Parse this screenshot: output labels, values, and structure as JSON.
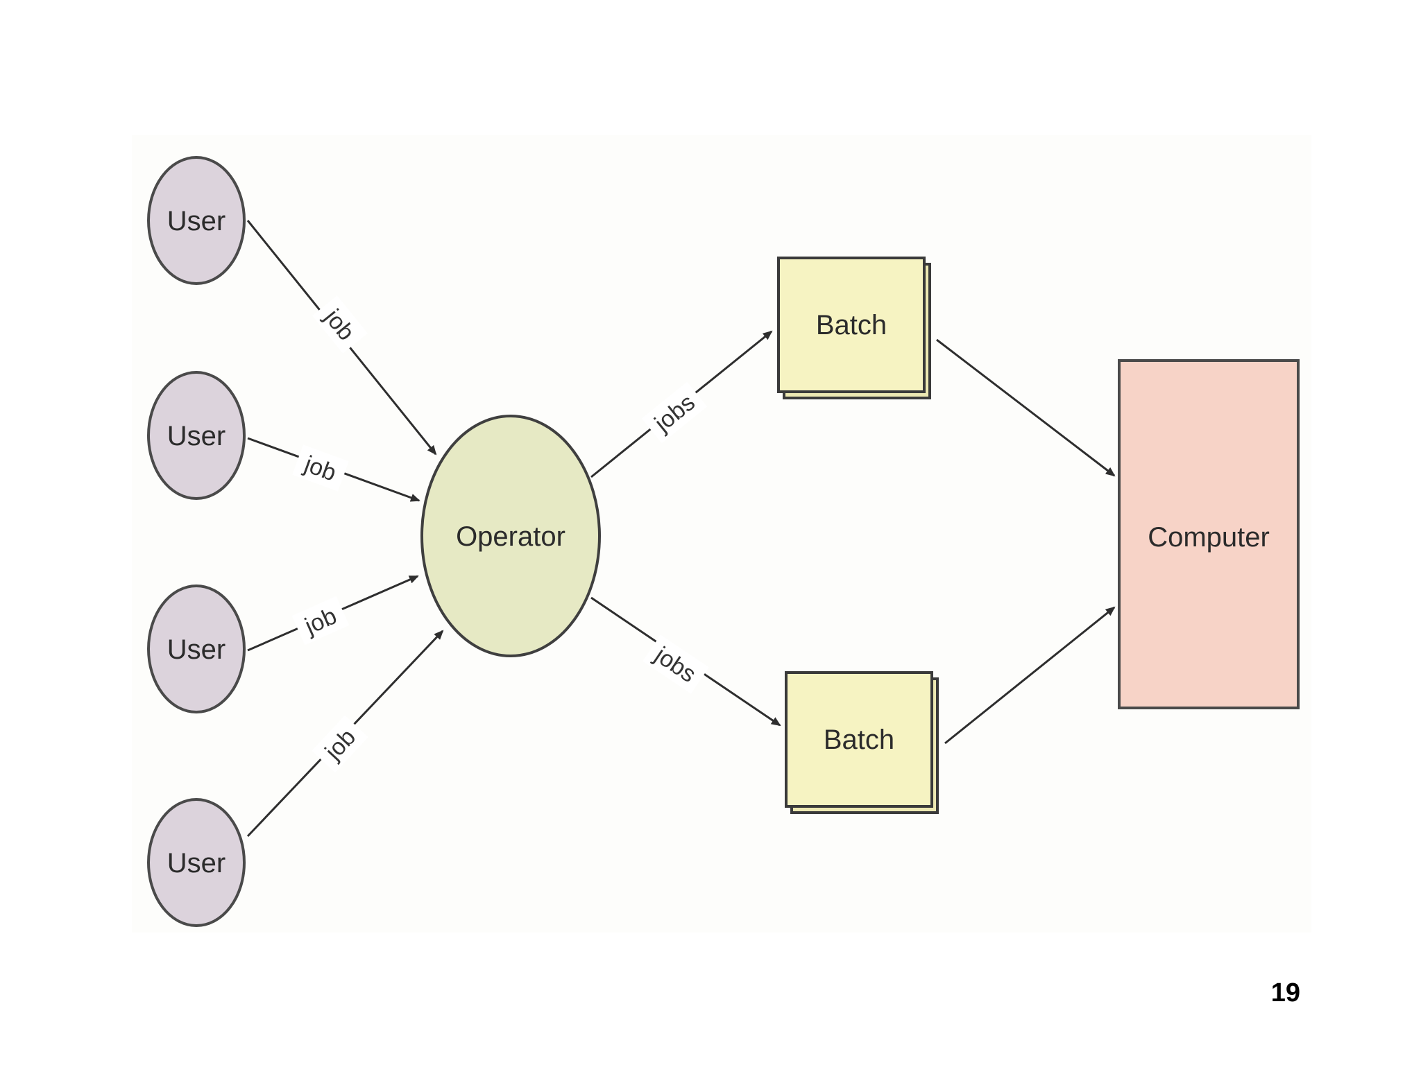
{
  "diagram": {
    "users": [
      {
        "label": "User"
      },
      {
        "label": "User"
      },
      {
        "label": "User"
      },
      {
        "label": "User"
      }
    ],
    "operator": {
      "label": "Operator"
    },
    "batches": [
      {
        "label": "Batch"
      },
      {
        "label": "Batch"
      }
    ],
    "computer": {
      "label": "Computer"
    },
    "edge_labels": {
      "user_to_operator": [
        "job",
        "job",
        "job",
        "job"
      ],
      "operator_to_batch": [
        "jobs",
        "jobs"
      ]
    },
    "colors": {
      "user_fill": "#dcd3dc",
      "user_stroke": "#4a4a4a",
      "operator_fill": "#e6e9c4",
      "operator_stroke": "#3f3f3f",
      "batch_fill": "#f6f3c2",
      "batch_stroke": "#3a3a3a",
      "computer_fill": "#f7d3c7",
      "computer_stroke": "#4a4a4a",
      "arrow": "#2e2e2e"
    }
  },
  "page_number": "19"
}
